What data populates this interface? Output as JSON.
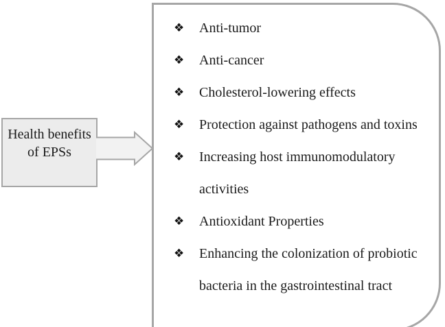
{
  "diagram": {
    "source_box": {
      "label": "Health benefits\nof EPSs"
    },
    "arrow": {
      "direction": "right",
      "fill_color": "#f2f2f2",
      "stroke_color": "#a6a6a6"
    },
    "benefits": {
      "bullet_glyph": "❖",
      "items": [
        "Anti-tumor",
        "Anti-cancer",
        "Cholesterol-lowering effects",
        "Protection against pathogens and toxins",
        "Increasing host immunomodulatory\nactivities",
        "Antioxidant Properties",
        "Enhancing the colonization of probiotic\nbacteria in the gastrointestinal tract"
      ]
    },
    "colors": {
      "box_border": "#a6a6a6",
      "source_box_fill": "#ececec",
      "benefits_box_fill": "#ffffff",
      "text": "#1a1a1a"
    }
  }
}
